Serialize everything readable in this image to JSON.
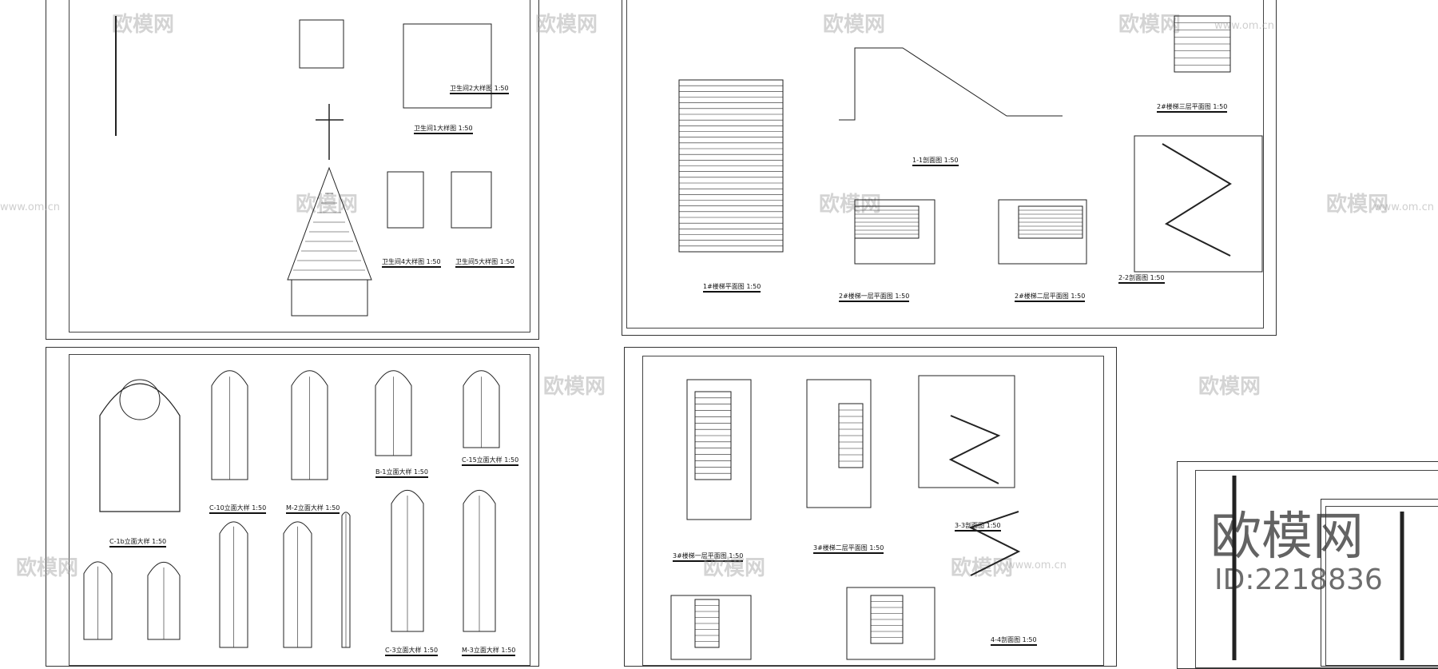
{
  "sheets": [
    {
      "name": "sheet-toilet-spire-details",
      "captions": [
        "卫生间1大样图 1:50",
        "卫生间2大样图 1:50",
        "卫生间4大样图 1:50",
        "卫生间5大样图 1:50"
      ]
    },
    {
      "name": "sheet-stair-1-2",
      "captions": [
        "1#楼梯平面图 1:50",
        "1-1剖面图 1:50",
        "2#楼梯一层平面图 1:50",
        "2#楼梯二层平面图 1:50",
        "2#楼梯三层平面图 1:50",
        "2-2剖面图 1:50"
      ]
    },
    {
      "name": "sheet-windows",
      "captions": [
        "C-1b立面大样 1:50",
        "C-10立面大样 1:50",
        "M-2立面大样 1:50",
        "B-1立面大样 1:50",
        "C-15立面大样 1:50",
        "C-3立面大样 1:50",
        "M-3立面大样 1:50"
      ]
    },
    {
      "name": "sheet-stair-3-4",
      "captions": [
        "3#楼梯一层平面图 1:50",
        "3#楼梯二层平面图 1:50",
        "3-3剖面图 1:50",
        "4-4剖面图 1:50"
      ]
    }
  ],
  "watermark": {
    "brand": "欧模网",
    "url": "www.om.cn",
    "id": "ID:2218836"
  }
}
